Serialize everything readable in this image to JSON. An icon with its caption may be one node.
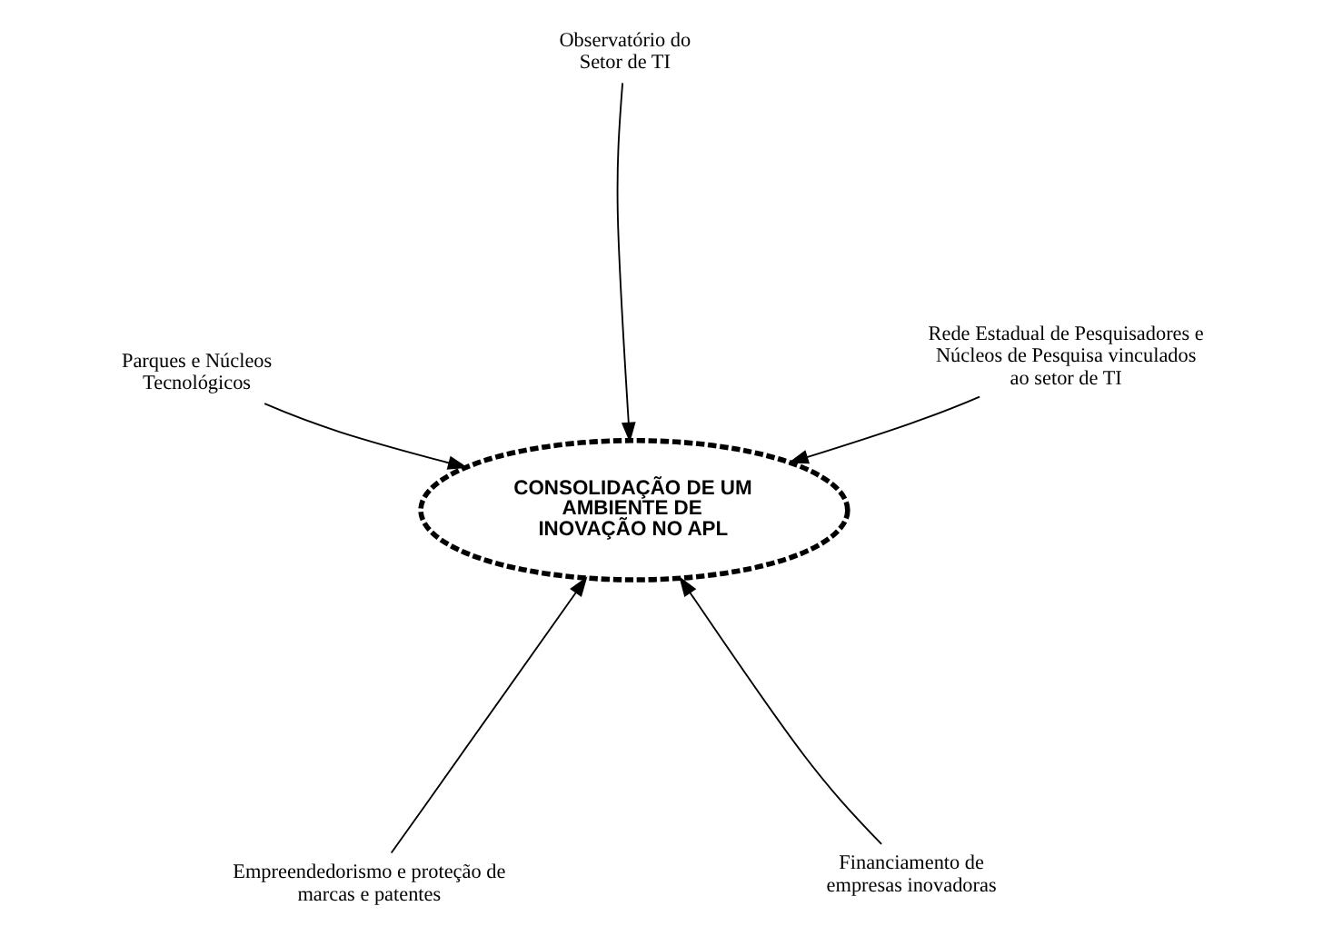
{
  "diagram": {
    "nodes": [
      {
        "text": [
          "Empreendedorismo e proteção de marcas e patentes"
        ]
      },
      {
        "text": [
          "Financiamento de empresas inovadoras"
        ]
      },
      {
        "text": [
          "CONSOLIDAÇÃO DE UM AMBIENTE DE INOVAÇÃO NO APL"
        ]
      },
      {
        "text": [
          "Observatório do Setor de TI"
        ]
      },
      {
        "text": [
          "Rede Estadual de Pesquisadores e Núcleos de Pesquisa vinculados ao setor de TI"
        ]
      },
      {
        "text": [
          "Parques e Núcleos Tecnológicos"
        ]
      }
    ],
    "edges": [
      {
        "from": 0,
        "to": 2,
        "arrow": "to"
      },
      {
        "from": 1,
        "to": 2,
        "arrow": "to"
      },
      {
        "from": 3,
        "to": 2,
        "arrow": "to"
      },
      {
        "from": 4,
        "to": 2,
        "arrow": "to"
      },
      {
        "from": 5,
        "to": 2,
        "arrow": "to"
      }
    ]
  }
}
